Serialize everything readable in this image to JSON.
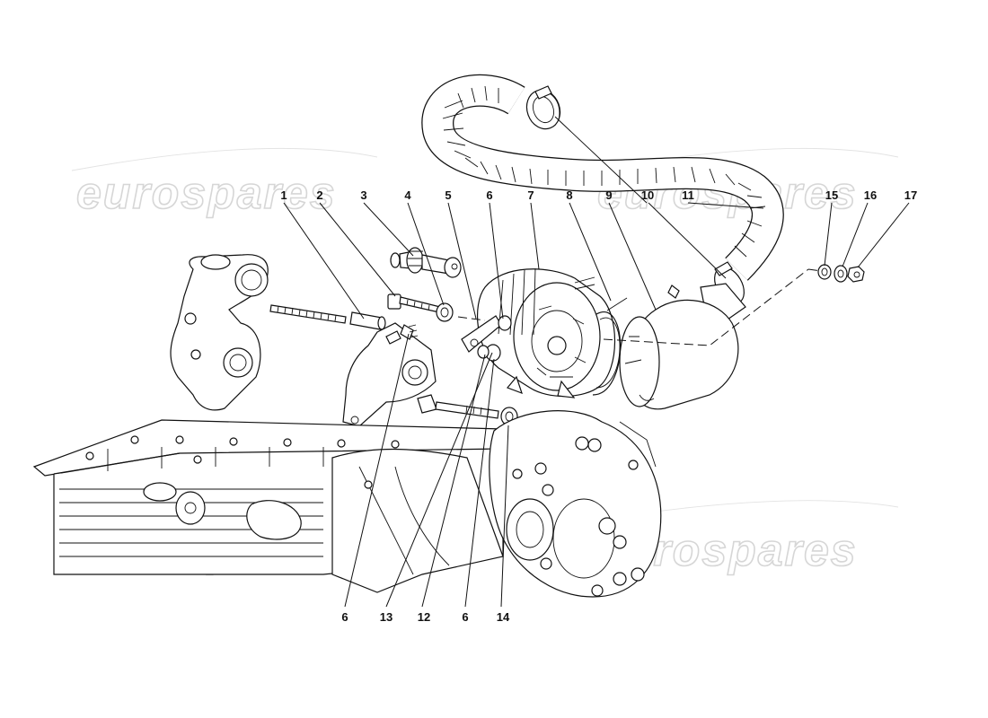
{
  "watermarks": {
    "text": "eurospares"
  },
  "callouts": {
    "top": [
      "1",
      "2",
      "3",
      "4",
      "5",
      "6",
      "7",
      "8",
      "9",
      "10",
      "11",
      "15",
      "16",
      "17"
    ],
    "bottom": [
      "6",
      "13",
      "12",
      "6",
      "14"
    ]
  },
  "colors": {
    "ink": "#111111",
    "watermark": "#d6d6d6",
    "background": "#ffffff"
  }
}
